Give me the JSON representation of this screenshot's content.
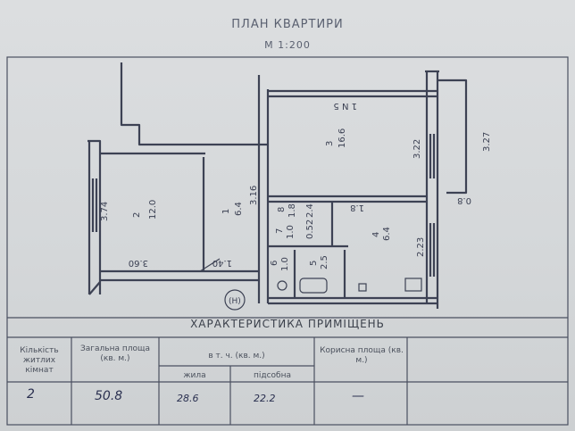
{
  "document": {
    "title": "ПЛАН КВАРТИРИ",
    "scale": "М 1:200",
    "section_heading": "ХАРАКТЕРИСТИКА ПРИМІЩЕНЬ"
  },
  "plan": {
    "rooms": [
      {
        "number": "2",
        "area": "12.0"
      },
      {
        "number": "1",
        "area": "6.4"
      },
      {
        "number": "3",
        "area": "16.6"
      },
      {
        "number": "4",
        "area": "6.4"
      },
      {
        "number": "5",
        "area": "2.5"
      },
      {
        "number": "6",
        "area": "1.0"
      },
      {
        "number": "7",
        "area": "1.0"
      },
      {
        "number": "8",
        "area": "1.8"
      }
    ],
    "dimensions": {
      "left_height": "3.74",
      "bottom_left": "3.60",
      "bottom_small": "1.40",
      "corridor_width": "3.16",
      "right_a": "3.22",
      "right_b": "3.27",
      "right_lower": "2.23",
      "balcony": "0.8",
      "mid_a": "1.8",
      "mid_b": "0.8",
      "mid_c": "2.4",
      "mid_d": "0.52",
      "unit_label": "1 N 5"
    },
    "marker": "(H)"
  },
  "table": {
    "col_rooms": "Кількість житлих кімнат",
    "col_total": "Загальна площа (кв. м.)",
    "col_incl": "в т. ч. (кв. м.)",
    "col_living": "жила",
    "col_aux": "підсобна",
    "col_useful": "Корисна площа (кв. м.)",
    "row": {
      "rooms": "2",
      "total": "50.8",
      "living": "28.6",
      "aux": "22.2",
      "useful": "—"
    }
  },
  "colors": {
    "ink": "#3a3f52",
    "line": "#4a4f60",
    "paper": "#d6d9db"
  }
}
